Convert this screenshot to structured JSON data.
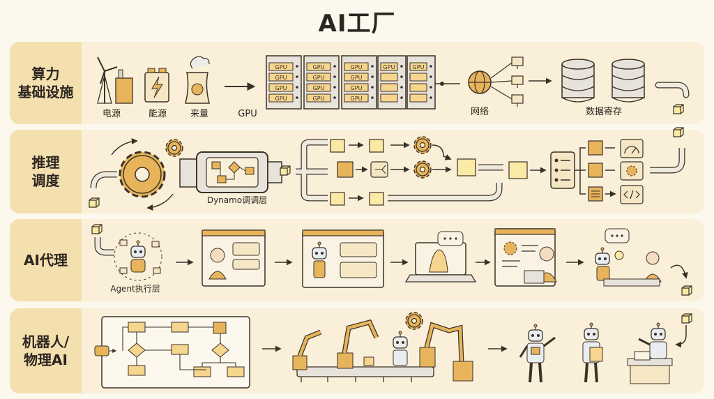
{
  "title": "AI工厂",
  "bands": [
    {
      "label_lines": [
        "算力",
        "基础设施"
      ]
    },
    {
      "label_lines": [
        "推理",
        "调度"
      ]
    },
    {
      "label_lines": [
        "AI代理"
      ]
    },
    {
      "label_lines": [
        "机器人/",
        "物理AI"
      ]
    }
  ],
  "row1": {
    "power": "电源",
    "energy": "能源",
    "source": "来量",
    "gpu": "GPU",
    "gpu_chip": "GPU",
    "network": "网络",
    "storage": "数据寄存"
  },
  "row2": {
    "dynamo": "Dynamo调调层"
  },
  "row3": {
    "agent": "Agent执行层"
  },
  "colors": {
    "ink": "#3a3128",
    "accent": "#e7b45c",
    "accent_light": "#f6d58e",
    "token": "#fbe9a6",
    "band": "#faf0d9",
    "label": "#f4dfae"
  }
}
